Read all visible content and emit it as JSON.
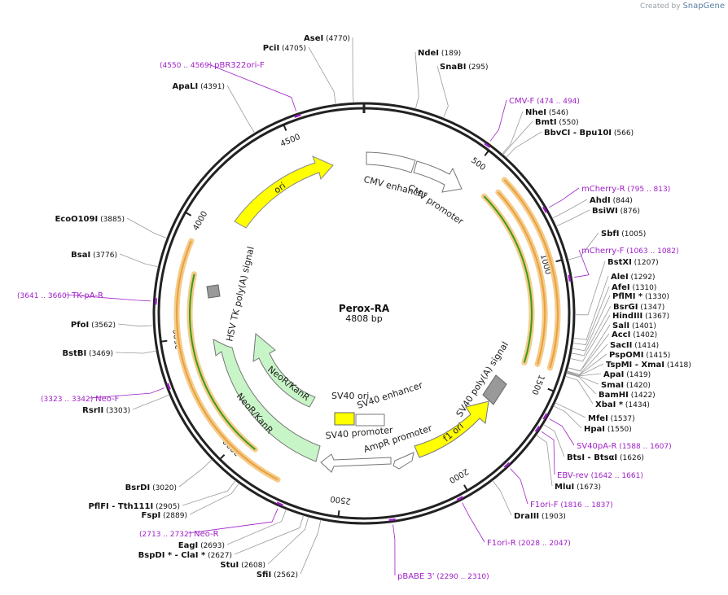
{
  "credit": {
    "prefix": "Created by",
    "brand": "SnapGene"
  },
  "plasmid": {
    "name": "Perox-RA",
    "size": "4808 bp",
    "length": 4808
  },
  "ticks": [
    {
      "label": "500",
      "pos": 500
    },
    {
      "label": "1000",
      "pos": 1000
    },
    {
      "label": "1500",
      "pos": 1500
    },
    {
      "label": "2000",
      "pos": 2000
    },
    {
      "label": "2500",
      "pos": 2500
    },
    {
      "label": "3000",
      "pos": 3000
    },
    {
      "label": "3500",
      "pos": 3500
    },
    {
      "label": "4000",
      "pos": 4000
    },
    {
      "label": "4500",
      "pos": 4500
    }
  ],
  "sites": [
    {
      "name": "AseI",
      "pos": "(4770)",
      "bp": 4770
    },
    {
      "name": "PciI",
      "pos": "(4705)",
      "bp": 4705
    },
    {
      "name": "ApaLI",
      "pos": "(4391)",
      "bp": 4391
    },
    {
      "name": "NdeI",
      "pos": "(189)",
      "bp": 189
    },
    {
      "name": "SnaBI",
      "pos": "(295)",
      "bp": 295
    },
    {
      "name": "NheI",
      "pos": "(546)",
      "bp": 546
    },
    {
      "name": "BmtI",
      "pos": "(550)",
      "bp": 550
    },
    {
      "name": "BbvCI",
      "suffix": "- Bpu10I",
      "pos": "(566)",
      "bp": 566
    },
    {
      "name": "AhdI",
      "pos": "(844)",
      "bp": 844
    },
    {
      "name": "BsiWI",
      "pos": "(876)",
      "bp": 876
    },
    {
      "name": "SbfI",
      "pos": "(1005)",
      "bp": 1005
    },
    {
      "name": "BstXI",
      "pos": "(1207)",
      "bp": 1207
    },
    {
      "name": "AleI",
      "pos": "(1292)",
      "bp": 1292
    },
    {
      "name": "AfeI",
      "pos": "(1310)",
      "bp": 1310
    },
    {
      "name": "PflMI *",
      "pos": "(1330)",
      "bp": 1330
    },
    {
      "name": "BsrGI",
      "pos": "(1347)",
      "bp": 1347
    },
    {
      "name": "HindIII",
      "pos": "(1367)",
      "bp": 1367
    },
    {
      "name": "SalI",
      "pos": "(1401)",
      "bp": 1401
    },
    {
      "name": "AccI",
      "pos": "(1402)",
      "bp": 1402
    },
    {
      "name": "SacII",
      "pos": "(1414)",
      "bp": 1414
    },
    {
      "name": "PspOMI",
      "pos": "(1415)",
      "bp": 1415
    },
    {
      "name": "TspMI",
      "suffix": "- XmaI",
      "pos": "(1418)",
      "bp": 1418
    },
    {
      "name": "ApaI",
      "pos": "(1419)",
      "bp": 1419
    },
    {
      "name": "SmaI",
      "pos": "(1420)",
      "bp": 1420
    },
    {
      "name": "BamHI",
      "pos": "(1422)",
      "bp": 1422
    },
    {
      "name": "XbaI *",
      "pos": "(1434)",
      "bp": 1434
    },
    {
      "name": "MfeI",
      "pos": "(1537)",
      "bp": 1537
    },
    {
      "name": "HpaI",
      "pos": "(1550)",
      "bp": 1550
    },
    {
      "name": "BtsI",
      "suffix": "- BtsαI",
      "pos": "(1626)",
      "bp": 1626
    },
    {
      "name": "MluI",
      "pos": "(1673)",
      "bp": 1673
    },
    {
      "name": "DraIII",
      "pos": "(1903)",
      "bp": 1903
    },
    {
      "name": "SfiI",
      "pos": "(2562)",
      "bp": 2562
    },
    {
      "name": "StuI",
      "pos": "(2608)",
      "bp": 2608
    },
    {
      "name": "BspDI *",
      "suffix": "- ClaI *",
      "pos": "(2627)",
      "bp": 2627
    },
    {
      "name": "EagI",
      "pos": "(2693)",
      "bp": 2693
    },
    {
      "name": "FspI",
      "pos": "(2889)",
      "bp": 2889
    },
    {
      "name": "PflFI",
      "suffix": "- Tth111I",
      "pos": "(2905)",
      "bp": 2905
    },
    {
      "name": "BsrDI",
      "pos": "(3020)",
      "bp": 3020
    },
    {
      "name": "RsrII",
      "pos": "(3303)",
      "bp": 3303
    },
    {
      "name": "BstBI",
      "pos": "(3469)",
      "bp": 3469
    },
    {
      "name": "PfoI",
      "pos": "(3562)",
      "bp": 3562
    },
    {
      "name": "BsaI",
      "pos": "(3776)",
      "bp": 3776
    },
    {
      "name": "EcoO109I",
      "pos": "(3885)",
      "bp": 3885
    }
  ],
  "primers": [
    {
      "name": "pBR322ori-F",
      "pos": "(4550 .. 4569)",
      "bp": 4560
    },
    {
      "name": "CMV-F",
      "pos": "(474 .. 494)",
      "bp": 484
    },
    {
      "name": "mCherry-R",
      "pos": "(795 .. 813)",
      "bp": 804
    },
    {
      "name": "mCherry-F",
      "pos": "(1063 .. 1082)",
      "bp": 1072
    },
    {
      "name": "SV40pA-R",
      "pos": "(1588 .. 1607)",
      "bp": 1598
    },
    {
      "name": "EBV-rev",
      "pos": "(1642 .. 1661)",
      "bp": 1652
    },
    {
      "name": "F1ori-F",
      "pos": "(1816 .. 1837)",
      "bp": 1826
    },
    {
      "name": "F1ori-R",
      "pos": "(2028 .. 2047)",
      "bp": 2038
    },
    {
      "name": "pBABE 3'",
      "pos": "(2290 .. 2310)",
      "bp": 2300
    },
    {
      "name": "Neo-R",
      "pos": "(2713 .. 2732)",
      "bp": 2722
    },
    {
      "name": "Neo-F",
      "pos": "(3323 .. 3342)",
      "bp": 3332
    },
    {
      "name": "TK-pA-R",
      "pos": "(3641 .. 3660)",
      "bp": 3650
    }
  ],
  "features": [
    {
      "label": "ori",
      "color": "#ffff00"
    },
    {
      "label": "CMV enhancer",
      "color": "#ffffff"
    },
    {
      "label": "CMV promoter",
      "color": "#ffffff"
    },
    {
      "label": "f1 ori",
      "color": "#ffff00"
    },
    {
      "label": "SV40 poly(A) signal",
      "color": "#999999"
    },
    {
      "label": "AmpR promoter",
      "color": "#ffffff"
    },
    {
      "label": "SV40 promoter",
      "color": "#ffffff"
    },
    {
      "label": "SV40 ori",
      "color": "#ffff00"
    },
    {
      "label": "SV40 enhancer",
      "color": "#ffffff"
    },
    {
      "label": "NeoR/KanR",
      "color": "#c8f5c8"
    },
    {
      "label": "NeoR/KanR",
      "color": "#c8f5c8"
    },
    {
      "label": "HSV TK poly(A) signal",
      "color": "#999999"
    }
  ],
  "colors": {
    "primer": "#a020c8",
    "orf_orange": "#e8a040",
    "orf_green": "#3c9a1c",
    "backbone": "#222222"
  }
}
